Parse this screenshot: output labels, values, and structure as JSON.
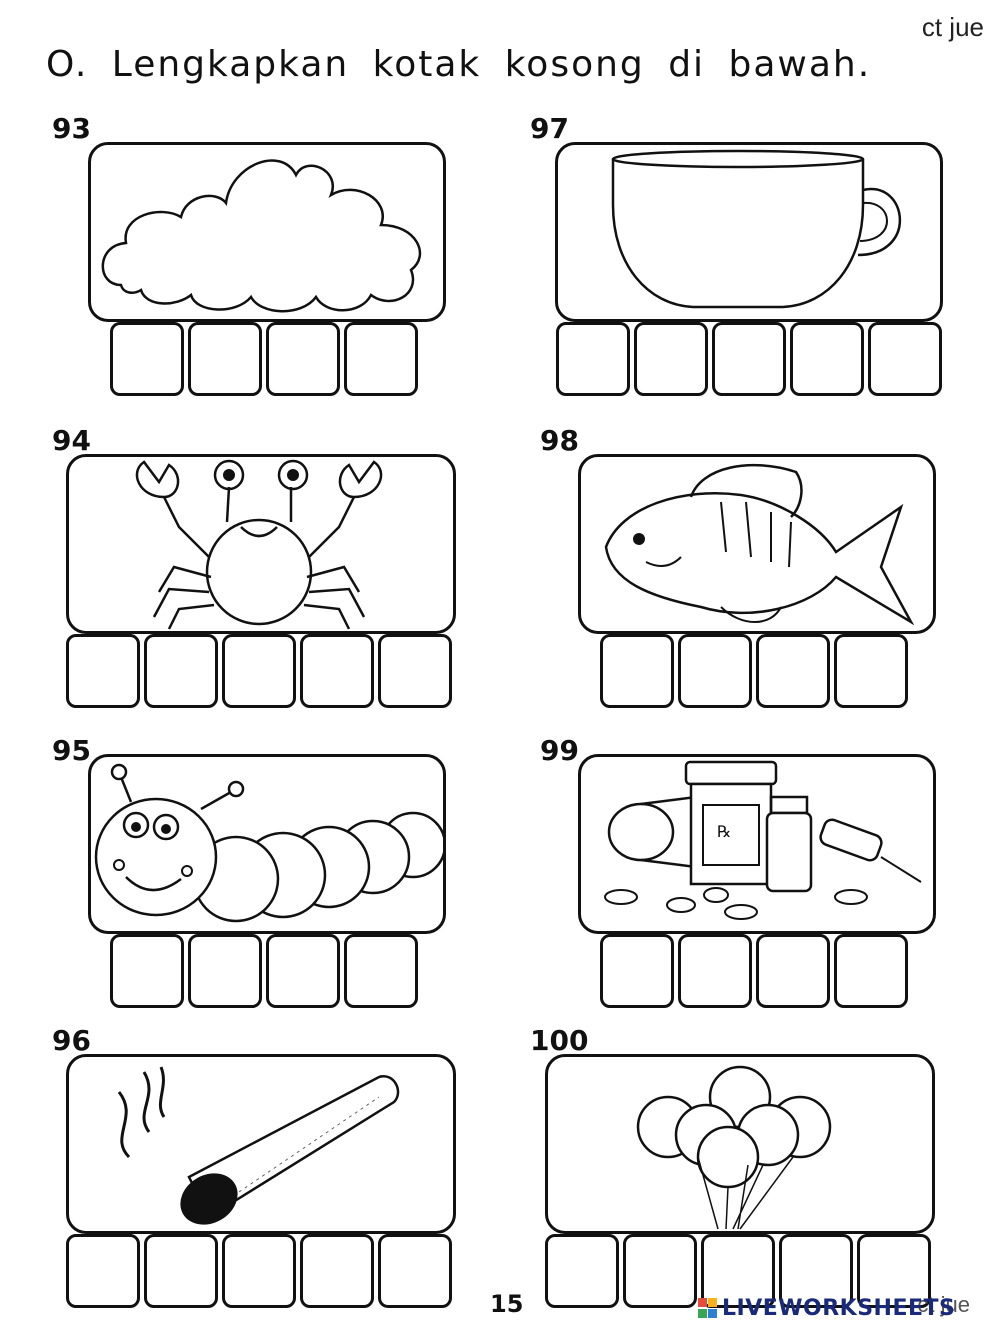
{
  "header": {
    "instruction": "O. Lengkapkan kotak kosong di bawah.",
    "author": "ct jue"
  },
  "items": [
    {
      "number": "93",
      "picture": "cloud-icon",
      "boxes": 4
    },
    {
      "number": "94",
      "picture": "crab-icon",
      "boxes": 5
    },
    {
      "number": "95",
      "picture": "caterpillar-icon",
      "boxes": 4
    },
    {
      "number": "96",
      "picture": "cigarette-icon",
      "boxes": 5
    },
    {
      "number": "97",
      "picture": "cup-icon",
      "boxes": 5
    },
    {
      "number": "98",
      "picture": "fish-icon",
      "boxes": 4
    },
    {
      "number": "99",
      "picture": "medicine-icon",
      "boxes": 4
    },
    {
      "number": "100",
      "picture": "balloons-icon",
      "boxes": 5
    }
  ],
  "footer": {
    "page_number": "15",
    "watermark": "LIVEWORKSHEETS",
    "author": "ct jue"
  }
}
